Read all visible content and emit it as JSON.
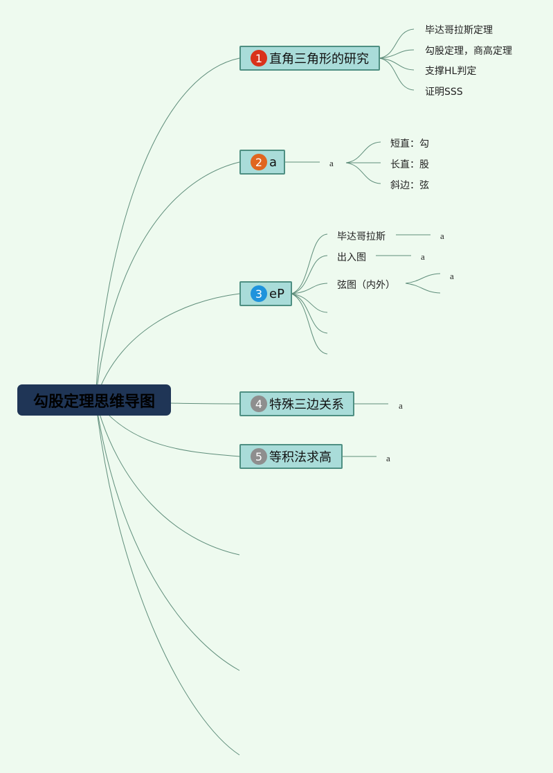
{
  "root": {
    "title": "勾股定理思维导图"
  },
  "colors": {
    "background": "#eefaef",
    "root": "#1f3556",
    "topic_fill": "#a9dcd9",
    "topic_border": "#4e8f82",
    "line": "#5e8d7a"
  },
  "topics": [
    {
      "num": "1",
      "num_color": "#d9321b",
      "label": "直角三角形的研究",
      "children": [
        "毕达哥拉斯定理",
        "勾股定理，商高定理",
        "支撑HL判定",
        "证明SSS"
      ]
    },
    {
      "num": "2",
      "num_color": "#e0661f",
      "label": "a",
      "middle": "a",
      "children": [
        "短直：勾",
        "长直：股",
        "斜边：弦"
      ]
    },
    {
      "num": "3",
      "num_color": "#1f93dc",
      "label": "eP",
      "children": [
        {
          "label": "毕达哥拉斯",
          "leaf": "a"
        },
        {
          "label": "出入图",
          "leaf": "a"
        },
        {
          "label": "弦图（内外）",
          "leaf": "a"
        }
      ]
    },
    {
      "num": "4",
      "num_color": "#8e8e8e",
      "label": "特殊三边关系",
      "leaf": "a"
    },
    {
      "num": "5",
      "num_color": "#8e8e8e",
      "label": "等积法求高",
      "leaf": "a"
    }
  ]
}
